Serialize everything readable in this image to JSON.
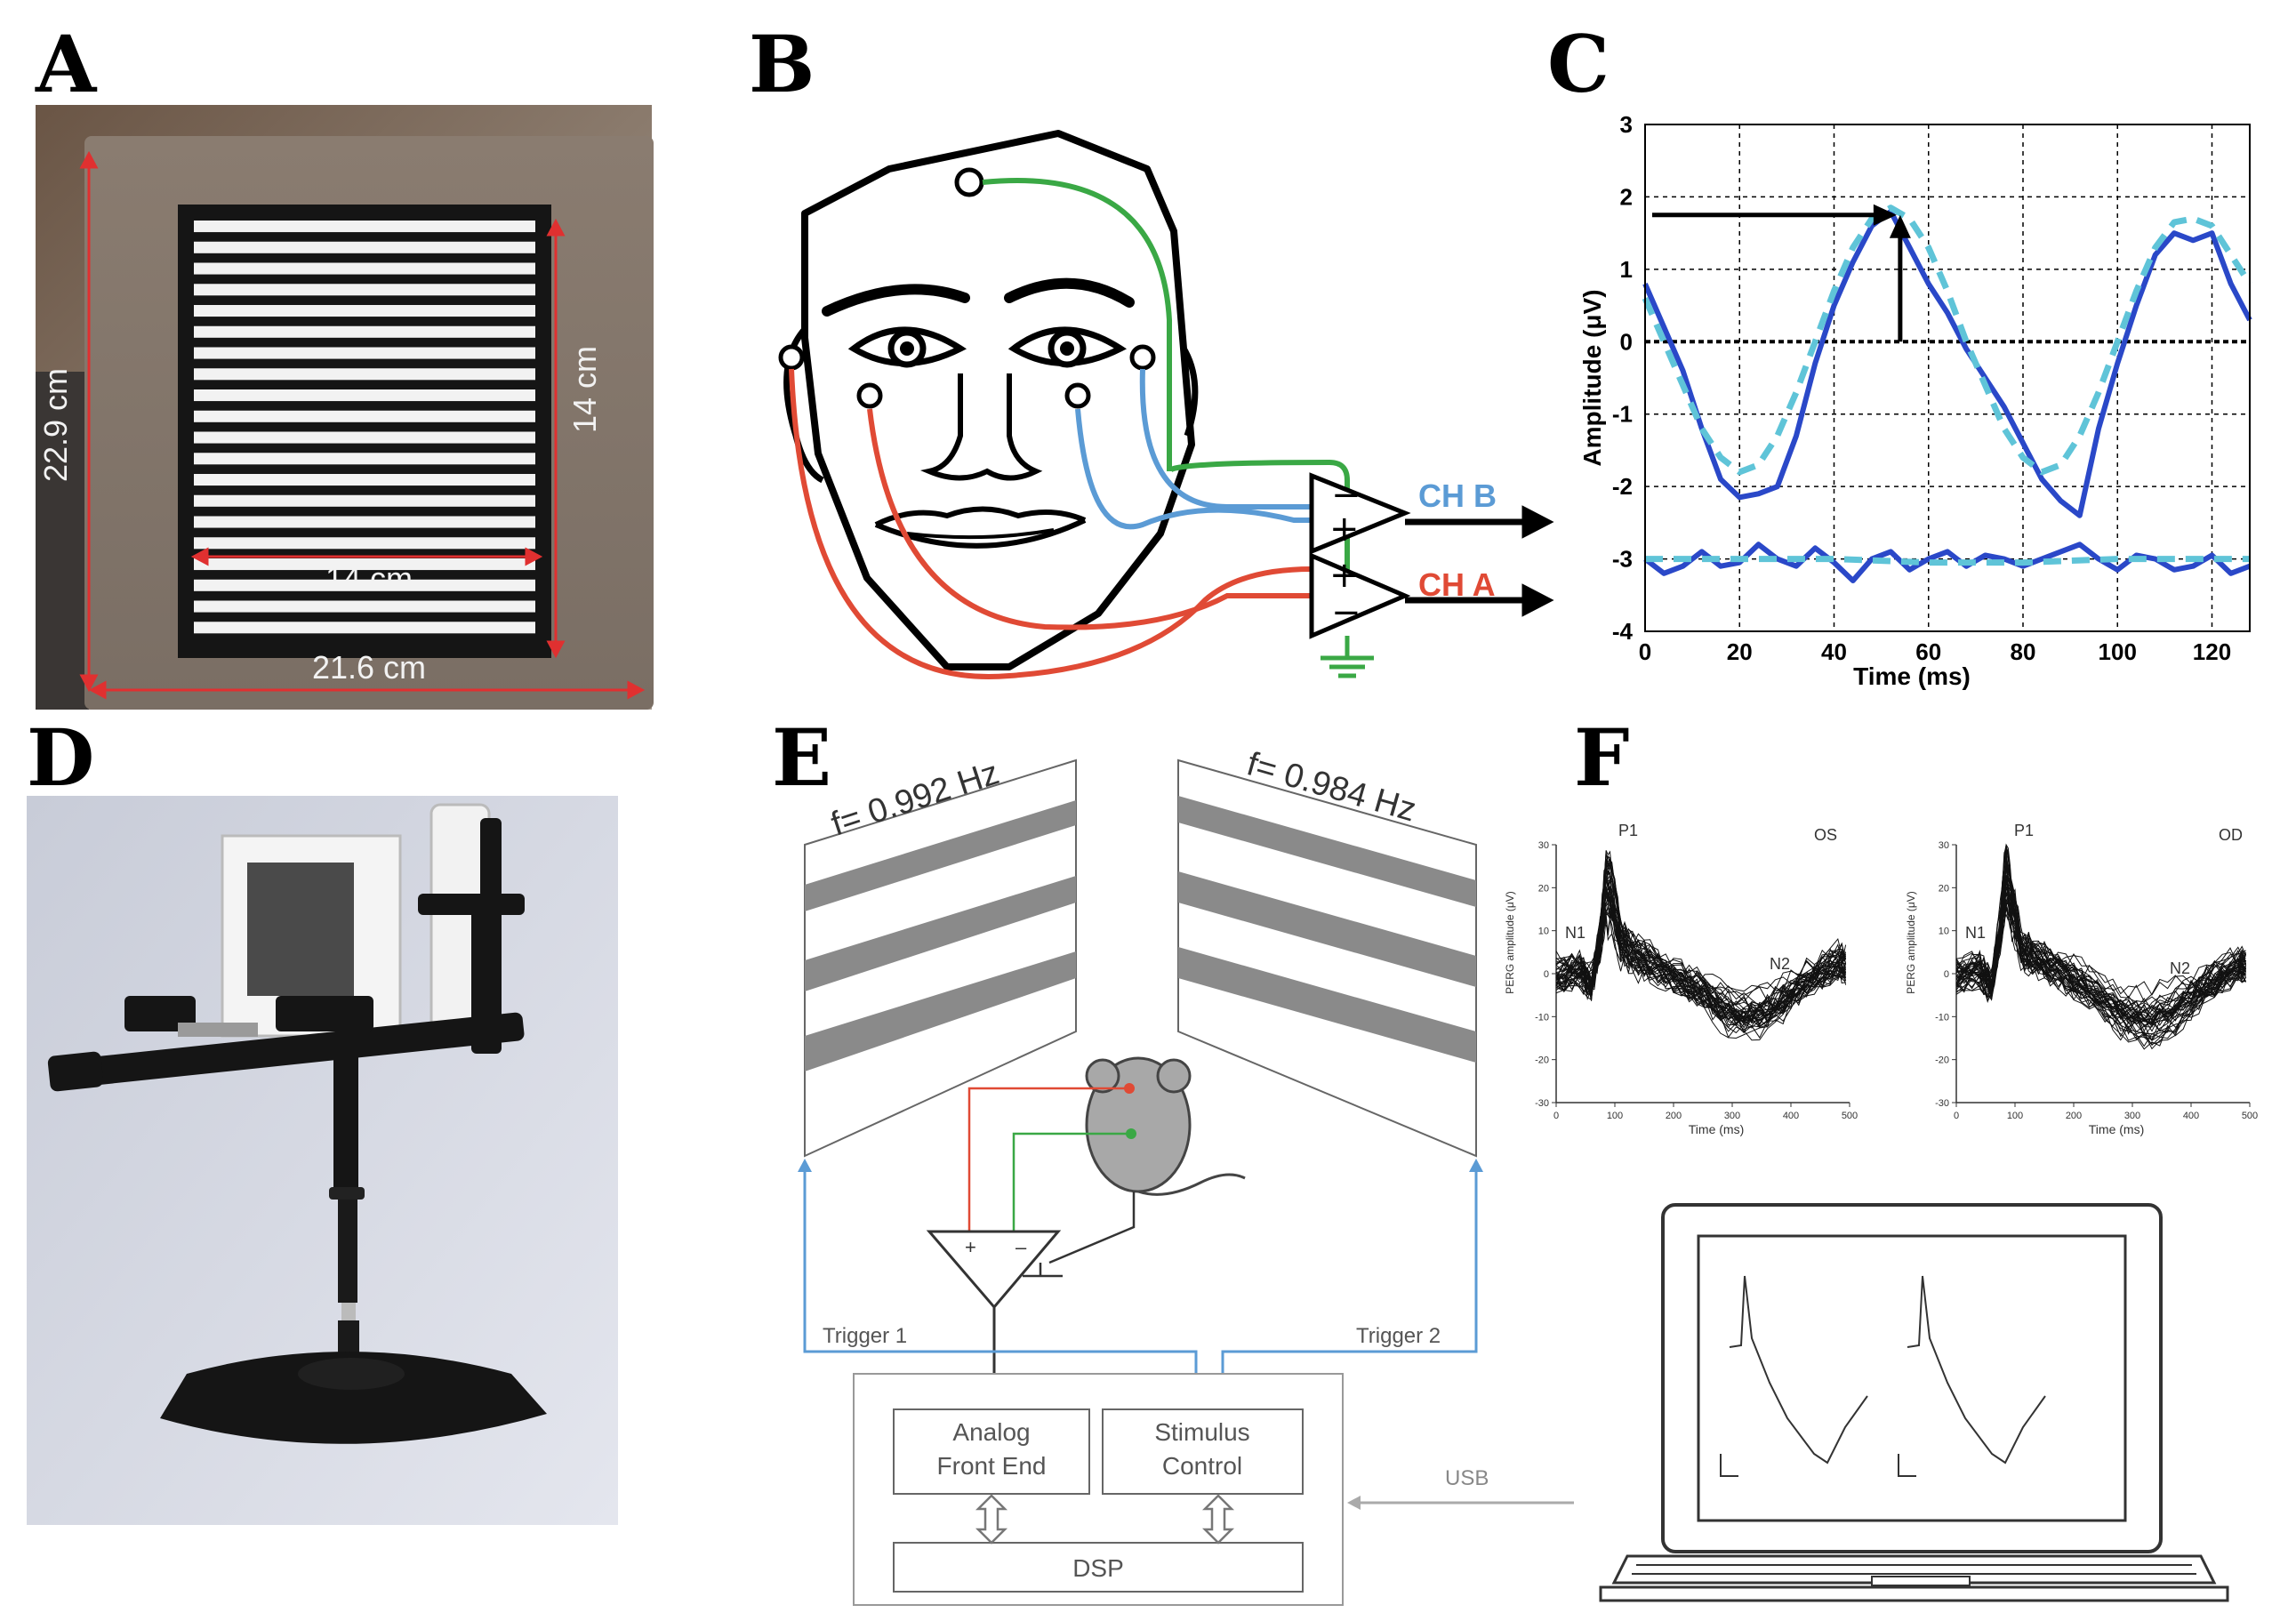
{
  "panels": {
    "A": {
      "letter": "A",
      "dimensions": {
        "outer_height": "22.9 cm",
        "inner_height": "14 cm",
        "inner_width": "14 cm",
        "outer_width": "21.6 cm"
      }
    },
    "B": {
      "letter": "B",
      "channels": {
        "ch_b": "CH B",
        "ch_a": "CH A"
      },
      "amp_signs": {
        "minus": "−",
        "plus": "+"
      },
      "colors": {
        "green": "#3aa845",
        "blue": "#5b9bd5",
        "red": "#e04a35"
      }
    },
    "C": {
      "letter": "C",
      "xlabel": "Time (ms)",
      "ylabel": "Amplitude (μV)",
      "colors": {
        "measured": "#2a48c8",
        "fit": "#5fc4d8"
      }
    },
    "D": {
      "letter": "D"
    },
    "E": {
      "letter": "E",
      "freq_left": "f= 0.992 Hz",
      "freq_right": "f= 0.984 Hz",
      "amp_signs": {
        "plus": "+",
        "minus": "–"
      },
      "trigger1": "Trigger 1",
      "trigger2": "Trigger 2",
      "afe_line1": "Analog",
      "afe_line2": "Front End",
      "stim_line1": "Stimulus",
      "stim_line2": "Control",
      "dsp": "DSP",
      "usb": "USB"
    },
    "F": {
      "letter": "F",
      "left_title": "OS",
      "right_title": "OD",
      "ylabel": "PERG amplitude (μV)",
      "xlabel": "Time (ms)",
      "peaks": {
        "p1": "P1",
        "n1": "N1",
        "n2": "N2"
      }
    }
  },
  "chart_data": [
    {
      "type": "line",
      "panel": "C",
      "xlabel": "Time (ms)",
      "ylabel": "Amplitude (μV)",
      "xlim": [
        0,
        128
      ],
      "ylim": [
        -4,
        3
      ],
      "xticks": [
        0,
        20,
        40,
        60,
        80,
        100,
        120
      ],
      "yticks": [
        -4,
        -3,
        -2,
        -1,
        0,
        1,
        2,
        3
      ],
      "grid": true,
      "series": [
        {
          "style": "solid",
          "x": [
            0,
            4,
            8,
            12,
            16,
            20,
            24,
            28,
            32,
            36,
            40,
            44,
            48,
            52,
            56,
            60,
            64,
            68,
            72,
            76,
            80,
            84,
            88,
            92,
            96,
            100,
            104,
            108,
            112,
            116,
            120,
            124,
            128
          ],
          "y": [
            0.8,
            0.2,
            -0.4,
            -1.2,
            -1.9,
            -2.15,
            -2.1,
            -2.0,
            -1.3,
            -0.3,
            0.5,
            1.1,
            1.6,
            1.8,
            1.3,
            0.8,
            0.4,
            -0.1,
            -0.5,
            -0.9,
            -1.4,
            -1.9,
            -2.2,
            -2.4,
            -1.2,
            -0.3,
            0.5,
            1.2,
            1.5,
            1.4,
            1.5,
            0.8,
            0.3
          ]
        },
        {
          "style": "dashed",
          "x": [
            0,
            4,
            8,
            12,
            16,
            20,
            24,
            28,
            32,
            36,
            40,
            44,
            48,
            52,
            56,
            60,
            64,
            68,
            72,
            76,
            80,
            84,
            88,
            92,
            96,
            100,
            104,
            108,
            112,
            116,
            120,
            124,
            128
          ],
          "y": [
            0.6,
            0.0,
            -0.6,
            -1.2,
            -1.6,
            -1.8,
            -1.7,
            -1.3,
            -0.7,
            0.0,
            0.7,
            1.3,
            1.7,
            1.85,
            1.7,
            1.3,
            0.7,
            0.0,
            -0.6,
            -1.2,
            -1.6,
            -1.8,
            -1.7,
            -1.3,
            -0.7,
            0.0,
            0.7,
            1.3,
            1.65,
            1.7,
            1.6,
            1.2,
            0.8
          ]
        },
        {
          "style": "solid",
          "x": [
            0,
            4,
            8,
            12,
            16,
            20,
            24,
            28,
            32,
            36,
            40,
            44,
            48,
            52,
            56,
            60,
            64,
            68,
            72,
            76,
            80,
            84,
            88,
            92,
            96,
            100,
            104,
            108,
            112,
            116,
            120,
            124,
            128
          ],
          "y": [
            -3.0,
            -3.2,
            -3.1,
            -2.9,
            -3.1,
            -3.05,
            -2.8,
            -3.0,
            -3.1,
            -2.85,
            -3.05,
            -3.3,
            -3.0,
            -2.9,
            -3.15,
            -3.0,
            -2.9,
            -3.1,
            -2.95,
            -3.0,
            -3.1,
            -3.0,
            -2.9,
            -2.8,
            -3.0,
            -3.15,
            -2.95,
            -3.0,
            -3.15,
            -3.1,
            -2.95,
            -3.2,
            -3.1
          ]
        },
        {
          "style": "dashed",
          "x": [
            0,
            20,
            40,
            60,
            80,
            100,
            120,
            128
          ],
          "y": [
            -3.0,
            -3.0,
            -3.0,
            -3.05,
            -3.05,
            -3.0,
            -3.0,
            -3.0
          ]
        }
      ]
    },
    {
      "type": "line",
      "panel": "F-left",
      "title": "OS",
      "xlabel": "Time (ms)",
      "ylabel": "PERG amplitude (μV)",
      "xlim": [
        0,
        500
      ],
      "ylim": [
        -30,
        30
      ],
      "xticks": [
        0,
        100,
        200,
        300,
        400,
        500
      ],
      "yticks": [
        -30,
        -20,
        -10,
        0,
        10,
        20,
        30
      ],
      "template": {
        "x": [
          0,
          40,
          60,
          75,
          85,
          95,
          110,
          130,
          160,
          200,
          240,
          280,
          320,
          360,
          400,
          440,
          480,
          500
        ],
        "y": [
          0,
          1,
          -2,
          8,
          20,
          18,
          8,
          5,
          3,
          0,
          -3,
          -7,
          -9,
          -8,
          -4,
          0,
          3,
          2
        ]
      }
    },
    {
      "type": "line",
      "panel": "F-right",
      "title": "OD",
      "xlabel": "Time (ms)",
      "ylabel": "PERG amplitude (μV)",
      "xlim": [
        0,
        500
      ],
      "ylim": [
        -30,
        30
      ],
      "xticks": [
        0,
        100,
        200,
        300,
        400,
        500
      ],
      "yticks": [
        -30,
        -20,
        -10,
        0,
        10,
        20,
        30
      ],
      "template": {
        "x": [
          0,
          40,
          60,
          75,
          85,
          95,
          110,
          130,
          160,
          200,
          240,
          280,
          320,
          360,
          400,
          440,
          480,
          500
        ],
        "y": [
          0,
          1,
          -3,
          10,
          22,
          15,
          6,
          4,
          2,
          -1,
          -4,
          -8,
          -10,
          -9,
          -5,
          -1,
          2,
          2
        ]
      }
    }
  ]
}
